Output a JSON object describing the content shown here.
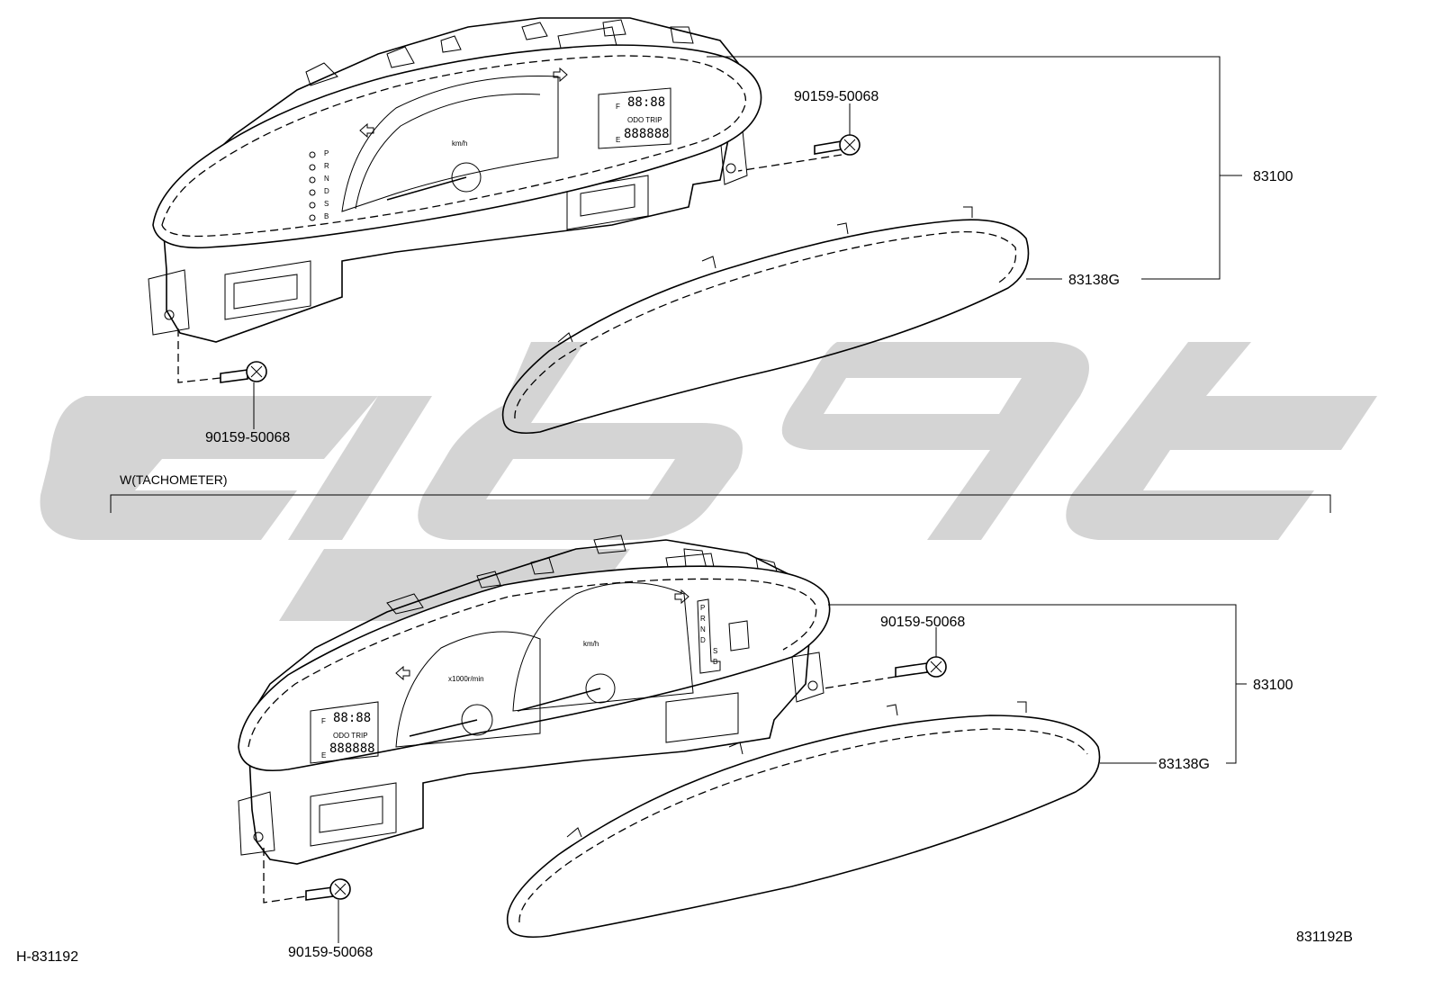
{
  "labels": {
    "top_bolt_right": "90159-50068",
    "top_bolt_left": "90159-50068",
    "top_assembly": "83100",
    "top_glass": "83138G",
    "variant": "W(TACHOMETER)",
    "bottom_bolt_right": "90159-50068",
    "bottom_bolt_left": "90159-50068",
    "bottom_assembly": "83100",
    "bottom_glass": "83138G",
    "code_left": "H-831192",
    "code_right": "831192B"
  },
  "dial": {
    "speed_unit": "km/h",
    "tach_unit": "x1000r/min",
    "clock": "88:88",
    "odometer": "888888",
    "odo_trip": "ODO TRIP",
    "fuel_full": "F",
    "fuel_empty": "E",
    "gears": [
      "P",
      "R",
      "N",
      "D",
      "S",
      "B"
    ]
  },
  "watermark": {
    "color": "#cfcfcf"
  }
}
